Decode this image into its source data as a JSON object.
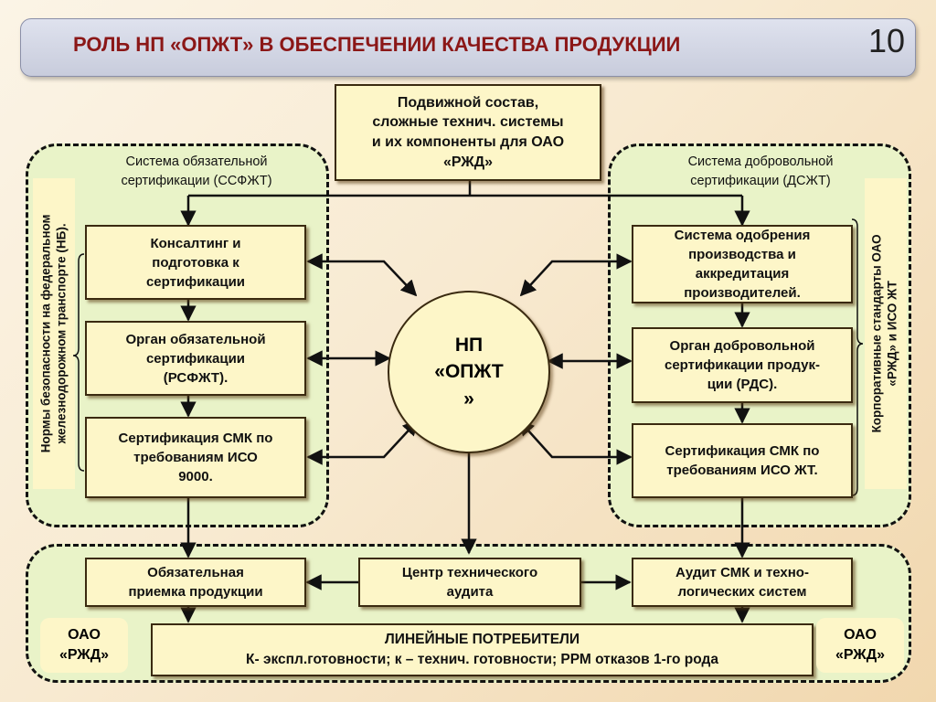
{
  "header": {
    "title": "РОЛЬ НП «ОПЖТ» В ОБЕСПЕЧЕНИИ КАЧЕСТВА ПРОДУКЦИИ",
    "page_number": "10"
  },
  "top_box": {
    "line1": "Подвижной состав,",
    "line2": "сложные технич. системы",
    "line3": "и их компоненты для ОАО",
    "line4": "«РЖД»"
  },
  "left_zone": {
    "label_line1": "Система обязательной",
    "label_line2": "сертификации (ССФЖТ)"
  },
  "right_zone": {
    "label_line1": "Система добровольной",
    "label_line2": "сертификации (ДСЖТ)"
  },
  "left_side": {
    "line1": "Нормы безопасности на федеральном",
    "line2": "железнодорожном транспорте (НБ)."
  },
  "right_side": {
    "line1": "Корпоративные стандарты ОАО",
    "line2": "«РЖД» и ИСО  ЖТ"
  },
  "left_boxes": [
    {
      "line1": "Консалтинг и",
      "line2": "подготовка к",
      "line3": "сертификации"
    },
    {
      "line1": "Орган обязательной",
      "line2": "сертификации",
      "line3": "(РСФЖТ)."
    },
    {
      "line1": "Сертификация СМК по",
      "line2": "требованиям ИСО",
      "line3": "9000."
    }
  ],
  "right_boxes": [
    {
      "line1": "Система одобрения",
      "line2": "производства и",
      "line3": "аккредитация",
      "line4": "производителей."
    },
    {
      "line1": "Орган добровольной",
      "line2": "сертификации продук-",
      "line3": "ции (РДС)."
    },
    {
      "line1": "Сертификация СМК по",
      "line2": "требованиям ИСО  ЖТ."
    }
  ],
  "center": {
    "line1": "НП",
    "line2": "«ОПЖТ",
    "line3": "»"
  },
  "bottom_boxes": [
    {
      "line1": "Обязательная",
      "line2": "приемка продукции"
    },
    {
      "line1": "Центр технического",
      "line2": "аудита"
    },
    {
      "line1": "Аудит СМК и техно-",
      "line2": "логических систем"
    }
  ],
  "consumers": {
    "line1": "ЛИНЕЙНЫЕ ПОТРЕБИТЕЛИ",
    "line2": "К- экспл.готовности; к – технич. готовности; РРМ отказов 1-го рода"
  },
  "oao_left": {
    "line1": "ОАО",
    "line2": "«РЖД»"
  },
  "oao_right": {
    "line1": "ОАО",
    "line2": "«РЖД»"
  },
  "colors": {
    "title": "#8b1717",
    "box_fill": "#fdf6c8",
    "zone_fill": "#e9f3c8"
  }
}
